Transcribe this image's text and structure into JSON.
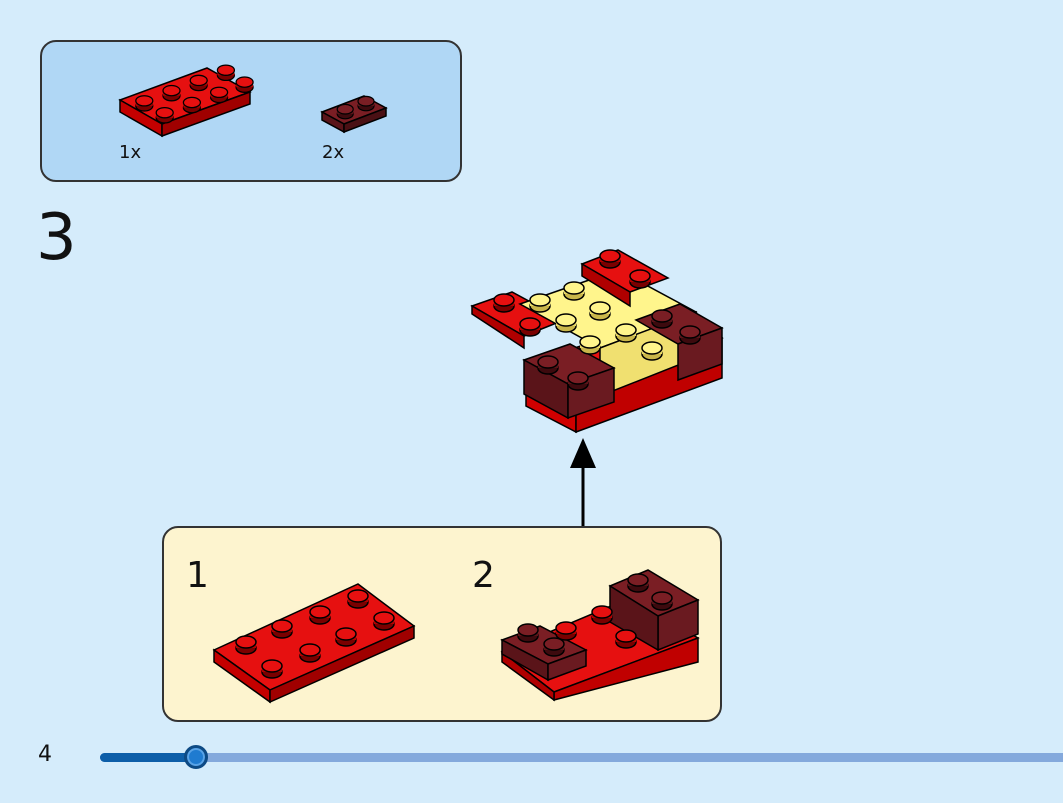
{
  "parts_list": {
    "items": [
      {
        "qty": "1x",
        "part": "red-2x4-plate",
        "color": "#e00000"
      },
      {
        "qty": "2x",
        "part": "dark-red-1x2-plate",
        "color": "#7a1e24"
      }
    ]
  },
  "step": {
    "number": "3"
  },
  "sub_steps": [
    {
      "number": "1"
    },
    {
      "number": "2"
    }
  ],
  "page": {
    "number": "4"
  },
  "progress": {
    "fraction": 0.1
  },
  "colors": {
    "background": "#d5ecfb",
    "parts_box": "#b0d7f5",
    "sub_box": "#fdf4cf",
    "red": "#e00000",
    "dark_red": "#7a1e24",
    "yellow": "#fff58c",
    "progress_fill": "#0d5ea8",
    "progress_track": "#84a9dc"
  }
}
